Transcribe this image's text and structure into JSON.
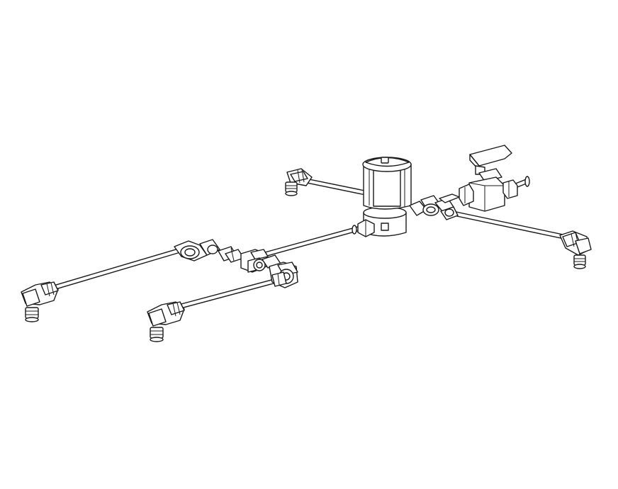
{
  "drawing": {
    "subject": "",
    "colors": {
      "line": "#1a1a1a",
      "background": "#ffffff"
    },
    "components": {
      "solenoid_valve": 1,
      "ball_valve": 1,
      "elbow_fittings": 4,
      "tee_fittings": 3,
      "tube_runs": 7
    }
  }
}
